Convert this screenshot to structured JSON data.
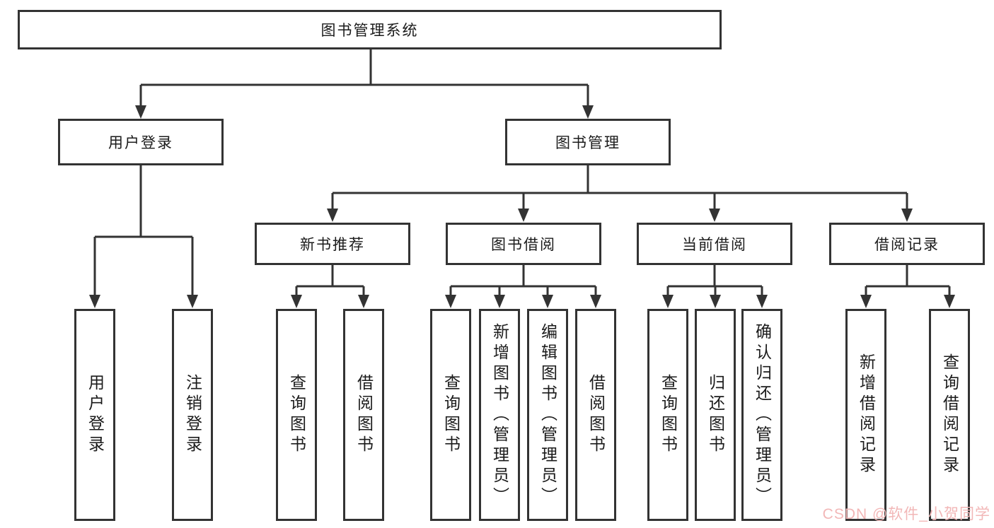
{
  "diagram_type": "functional-structure-tree",
  "colors": {
    "line": "#333333",
    "box_border": "#333333",
    "box_bg": "#ffffff",
    "text": "#1b1b1b",
    "watermark": "#f2b7b7"
  },
  "tree": {
    "root": {
      "label": "图书管理系统"
    },
    "branches": [
      {
        "label": "用户登录",
        "children": [
          {
            "label": "用户登录"
          },
          {
            "label": "注销登录"
          }
        ]
      },
      {
        "label": "图书管理",
        "children": [
          {
            "label": "新书推荐",
            "children": [
              {
                "label": "查询图书"
              },
              {
                "label": "借阅图书"
              }
            ]
          },
          {
            "label": "图书借阅",
            "children": [
              {
                "label": "查询图书"
              },
              {
                "label": "新增图书（管理员）"
              },
              {
                "label": "编辑图书（管理员）"
              },
              {
                "label": "借阅图书"
              }
            ]
          },
          {
            "label": "当前借阅",
            "children": [
              {
                "label": "查询图书"
              },
              {
                "label": "归还图书"
              },
              {
                "label": "确认归还（管理员）"
              }
            ]
          },
          {
            "label": "借阅记录",
            "children": [
              {
                "label": "新增借阅记录"
              },
              {
                "label": "查询借阅记录"
              }
            ]
          }
        ]
      }
    ]
  },
  "watermark": {
    "text": "CSDN @软件_小贺同学"
  }
}
